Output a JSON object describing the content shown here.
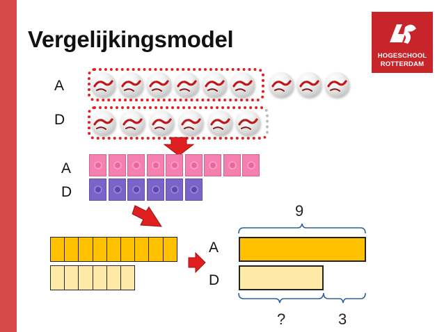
{
  "slide": {
    "title": "Vergelijkingsmodel",
    "logo": {
      "line1": "HOGESCHOOL",
      "line2": "ROTTERDAM"
    }
  },
  "rows": {
    "label_a": "A",
    "label_d": "D",
    "a_count": 9,
    "d_count": 6
  },
  "bar_model": {
    "label_a": "A",
    "label_d": "D",
    "total_label": "9",
    "unknown_label": "?",
    "difference_label": "3"
  },
  "colors": {
    "accent_red": "#d64a4a",
    "logo_red": "#c8252b",
    "frame_red": "#e02020",
    "pink_cube": "#f57fb0",
    "purple_cube": "#7b63c9",
    "gold_bar": "#ffc000",
    "cream_bar": "#ffe9a8",
    "brace_blue": "#2e5f9e"
  },
  "icons": [
    "marble-icon",
    "down-arrow-icon",
    "diagonal-arrow-icon",
    "right-arrow-icon",
    "logo-icon"
  ]
}
